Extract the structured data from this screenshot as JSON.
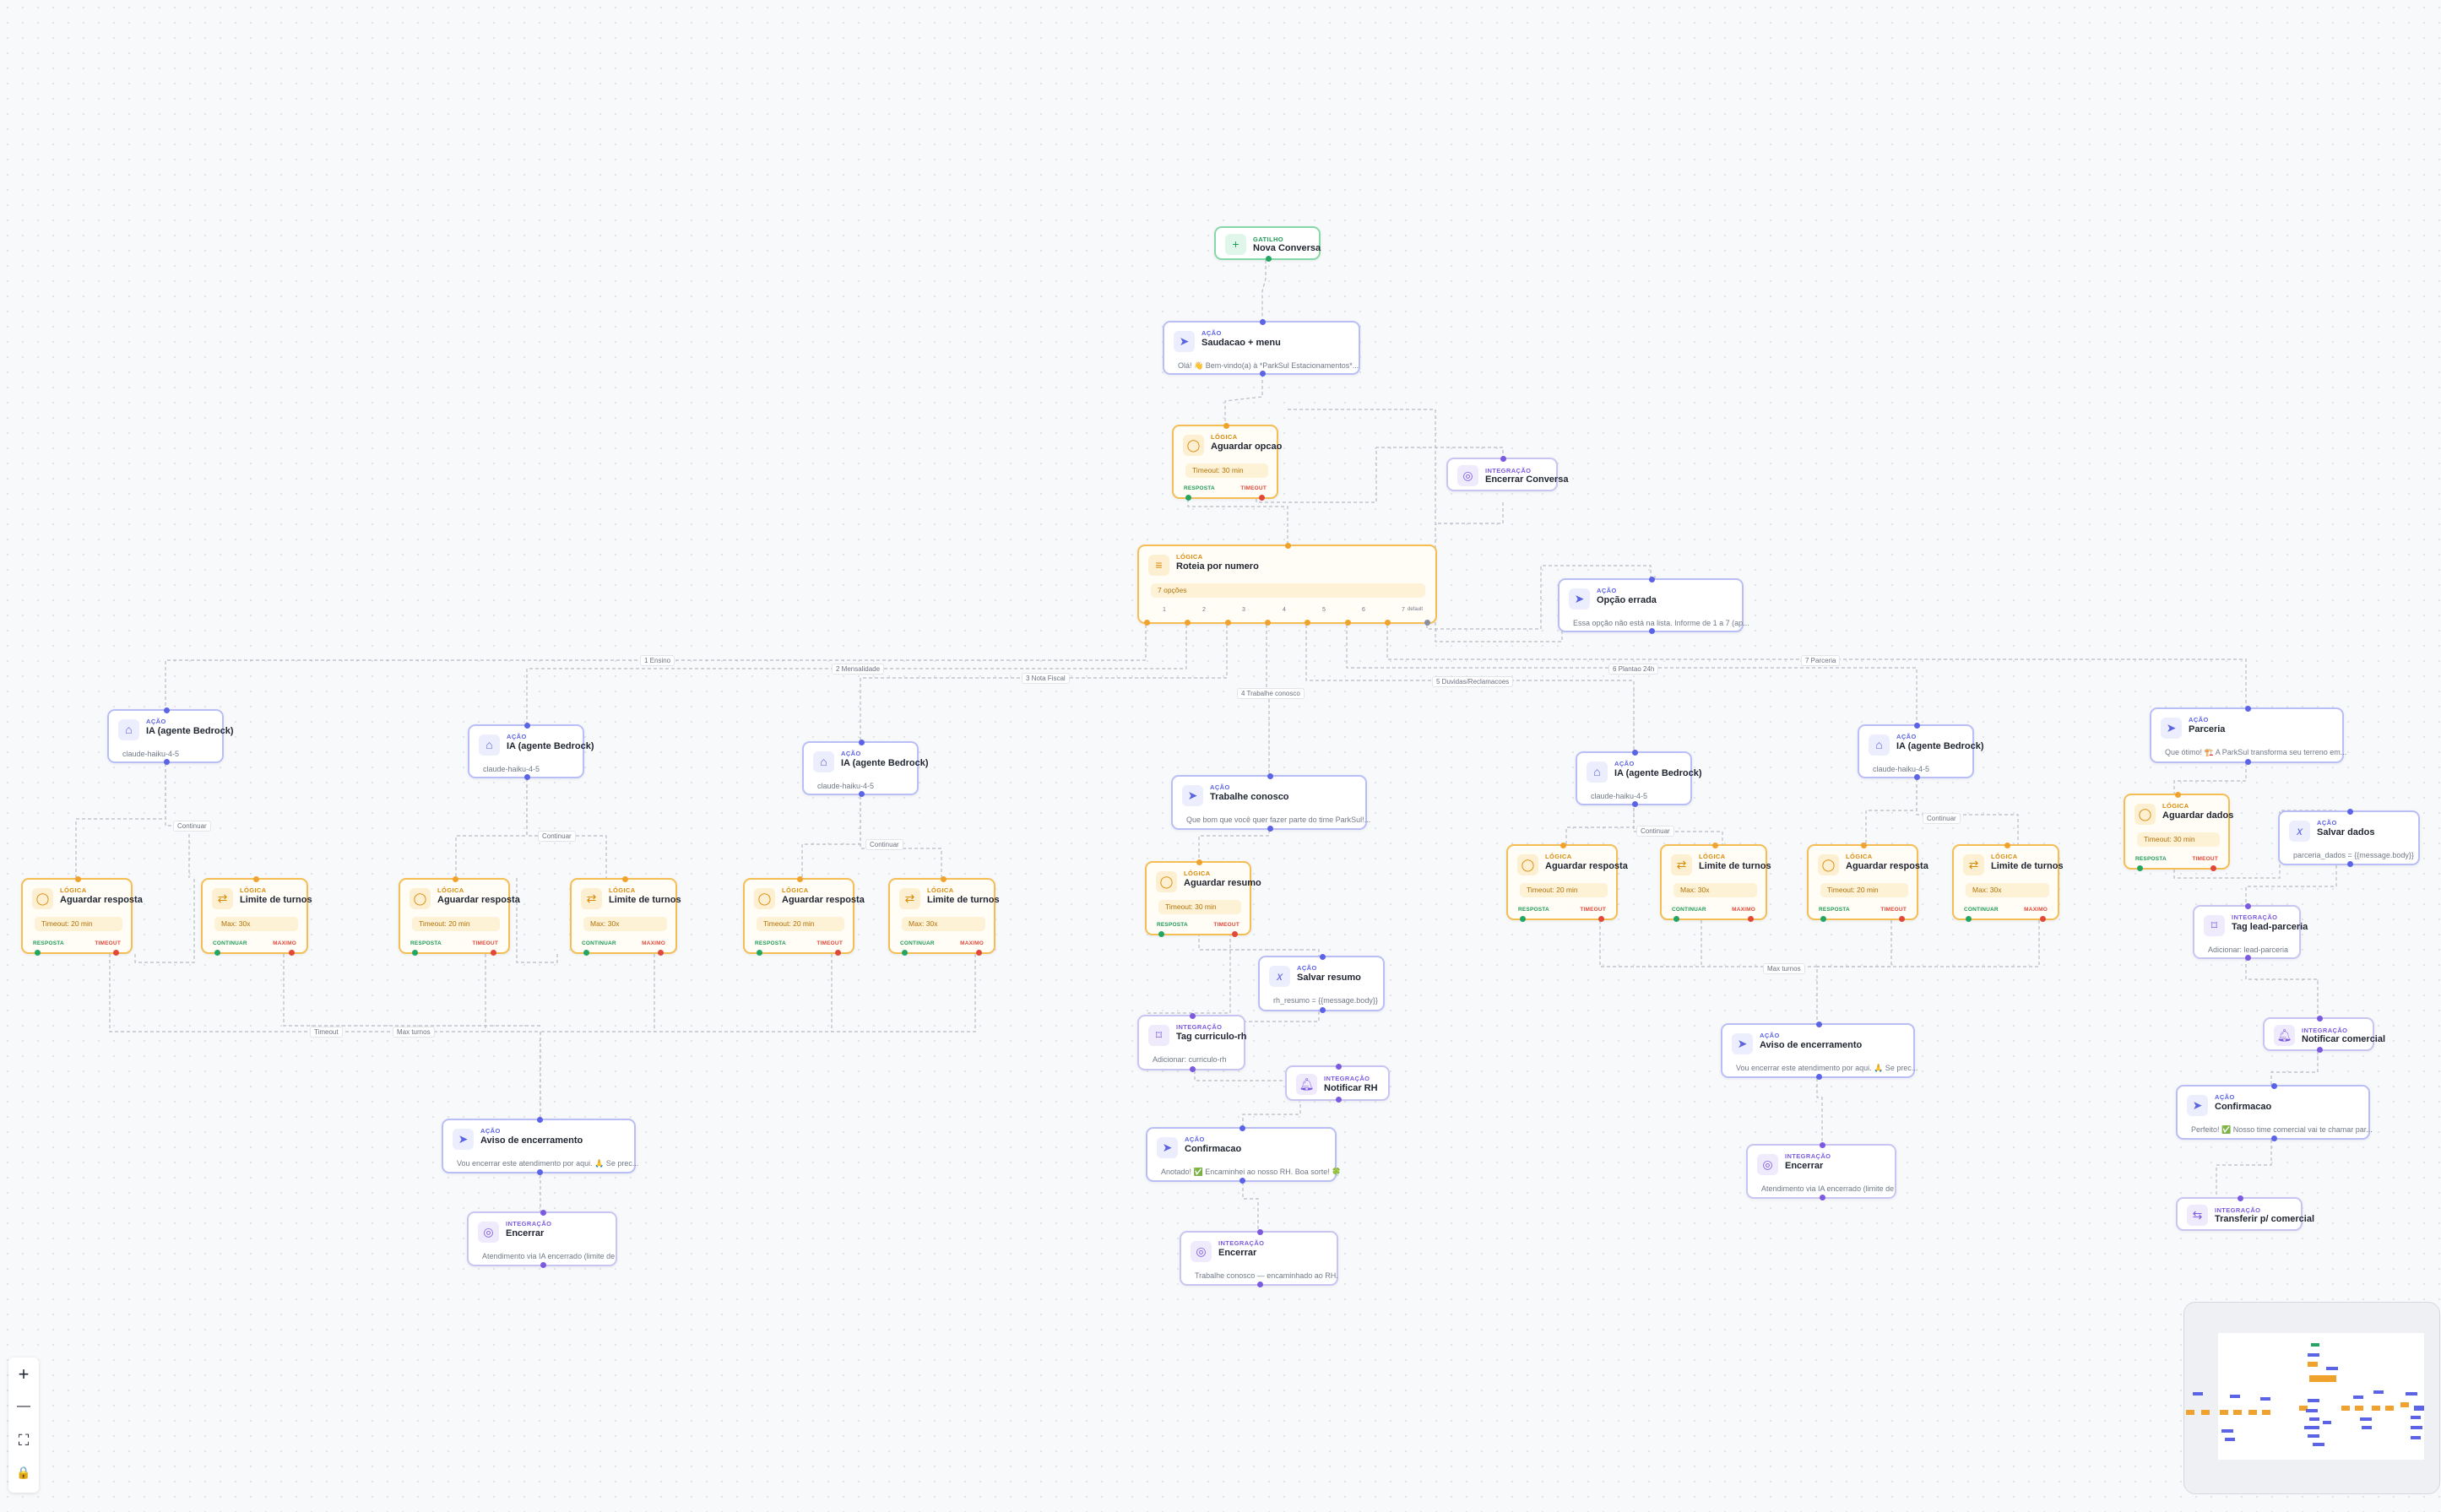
{
  "colors": {
    "acao": "#5b63e6",
    "logica": "#f0a22e",
    "integracao": "#7b5ae0",
    "gatilho": "#24a561",
    "edge": "#b8bcc6"
  },
  "nodes": {
    "trigger": {
      "kind": "GATILHO",
      "title": "Nova Conversa",
      "icon": "plus-icon"
    },
    "saudacao": {
      "kind": "AÇÃO",
      "title": "Saudacao + menu",
      "desc": "Olá! 👋 Bem-vindo(a) à *ParkSul Estacionamentos*...",
      "icon": "send-icon"
    },
    "aguardar_opcao": {
      "kind": "LÓGICA",
      "title": "Aguardar opcao",
      "pill": "Timeout: 30 min",
      "out_left": "RESPOSTA",
      "out_right": "TIMEOUT",
      "icon": "chat-bubble-icon"
    },
    "encerrar_conversa": {
      "kind": "INTEGRAÇÃO",
      "title": "Encerrar Conversa",
      "icon": "stop-circle-icon"
    },
    "roteia": {
      "kind": "LÓGICA",
      "title": "Roteia por numero",
      "pill": "7 opções",
      "ports": [
        "1",
        "2",
        "3",
        "4",
        "5",
        "6",
        "7",
        "default"
      ],
      "icon": "list-icon"
    },
    "opcao_errada": {
      "kind": "AÇÃO",
      "title": "Opção errada",
      "desc": "Essa opção não está na lista. Informe de 1 a 7 (ap...",
      "icon": "send-icon"
    },
    "ia1": {
      "kind": "AÇÃO",
      "title": "IA (agente Bedrock)",
      "desc": "claude-haiku-4-5",
      "icon": "robot-icon"
    },
    "ia2": {
      "kind": "AÇÃO",
      "title": "IA (agente Bedrock)",
      "desc": "claude-haiku-4-5",
      "icon": "robot-icon"
    },
    "ia3": {
      "kind": "AÇÃO",
      "title": "IA (agente Bedrock)",
      "desc": "claude-haiku-4-5",
      "icon": "robot-icon"
    },
    "ia6": {
      "kind": "AÇÃO",
      "title": "IA (agente Bedrock)",
      "desc": "claude-haiku-4-5",
      "icon": "robot-icon"
    },
    "ia5": {
      "kind": "AÇÃO",
      "title": "IA (agente Bedrock)",
      "desc": "claude-haiku-4-5",
      "icon": "robot-icon"
    },
    "trabalhe": {
      "kind": "AÇÃO",
      "title": "Trabalhe conosco",
      "desc": "Que bom que você quer fazer parte do time ParkSul!...",
      "icon": "send-icon"
    },
    "parceria": {
      "kind": "AÇÃO",
      "title": "Parceria",
      "desc": "Que ótimo! 🏗️ A ParkSul transforma seu terreno em...",
      "icon": "send-icon"
    },
    "ar1": {
      "kind": "LÓGICA",
      "title": "Aguardar resposta",
      "pill": "Timeout: 20 min",
      "out_left": "RESPOSTA",
      "out_right": "TIMEOUT",
      "icon": "chat-bubble-icon"
    },
    "lt1": {
      "kind": "LÓGICA",
      "title": "Limite de turnos",
      "pill": "Max: 30x",
      "out_left": "CONTINUAR",
      "out_right": "MAXIMO",
      "icon": "repeat-icon"
    },
    "ar2": {
      "kind": "LÓGICA",
      "title": "Aguardar resposta",
      "pill": "Timeout: 20 min",
      "out_left": "RESPOSTA",
      "out_right": "TIMEOUT",
      "icon": "chat-bubble-icon"
    },
    "lt2": {
      "kind": "LÓGICA",
      "title": "Limite de turnos",
      "pill": "Max: 30x",
      "out_left": "CONTINUAR",
      "out_right": "MAXIMO",
      "icon": "repeat-icon"
    },
    "ar3": {
      "kind": "LÓGICA",
      "title": "Aguardar resposta",
      "pill": "Timeout: 20 min",
      "out_left": "RESPOSTA",
      "out_right": "TIMEOUT",
      "icon": "chat-bubble-icon"
    },
    "lt3": {
      "kind": "LÓGICA",
      "title": "Limite de turnos",
      "pill": "Max: 30x",
      "out_left": "CONTINUAR",
      "out_right": "MAXIMO",
      "icon": "repeat-icon"
    },
    "aresumo": {
      "kind": "LÓGICA",
      "title": "Aguardar resumo",
      "pill": "Timeout: 30 min",
      "out_left": "RESPOSTA",
      "out_right": "TIMEOUT",
      "icon": "chat-bubble-icon"
    },
    "ar6": {
      "kind": "LÓGICA",
      "title": "Aguardar resposta",
      "pill": "Timeout: 20 min",
      "out_left": "RESPOSTA",
      "out_right": "TIMEOUT",
      "icon": "chat-bubble-icon"
    },
    "lt6": {
      "kind": "LÓGICA",
      "title": "Limite de turnos",
      "pill": "Max: 30x",
      "out_left": "CONTINUAR",
      "out_right": "MAXIMO",
      "icon": "repeat-icon"
    },
    "ar5": {
      "kind": "LÓGICA",
      "title": "Aguardar resposta",
      "pill": "Timeout: 20 min",
      "out_left": "RESPOSTA",
      "out_right": "TIMEOUT",
      "icon": "chat-bubble-icon"
    },
    "lt5": {
      "kind": "LÓGICA",
      "title": "Limite de turnos",
      "pill": "Max: 30x",
      "out_left": "CONTINUAR",
      "out_right": "MAXIMO",
      "icon": "repeat-icon"
    },
    "adados": {
      "kind": "LÓGICA",
      "title": "Aguardar dados",
      "pill": "Timeout: 30 min",
      "out_left": "RESPOSTA",
      "out_right": "TIMEOUT",
      "icon": "chat-bubble-icon"
    },
    "sdados": {
      "kind": "AÇÃO",
      "title": "Salvar dados",
      "desc": "parceria_dados = {{message.body}}",
      "icon": "variable-icon"
    },
    "sresumo": {
      "kind": "AÇÃO",
      "title": "Salvar resumo",
      "desc": "rh_resumo = {{message.body}}",
      "icon": "variable-icon"
    },
    "tagrh": {
      "kind": "INTEGRAÇÃO",
      "title": "Tag curriculo-rh",
      "desc": "Adicionar: curriculo-rh",
      "icon": "tag-icon"
    },
    "notifrh": {
      "kind": "INTEGRAÇÃO",
      "title": "Notificar RH",
      "icon": "bell-icon"
    },
    "conf_rh": {
      "kind": "AÇÃO",
      "title": "Confirmacao",
      "desc": "Anotado! ✅ Encaminhei ao nosso RH. Boa sorte! 🍀",
      "icon": "send-icon"
    },
    "enc_rh": {
      "kind": "INTEGRAÇÃO",
      "title": "Encerrar",
      "desc": "Trabalhe conosco — encaminhado ao RH.",
      "icon": "stop-circle-icon"
    },
    "aviso_l": {
      "kind": "AÇÃO",
      "title": "Aviso de encerramento",
      "desc": "Vou encerrar este atendimento por aqui. 🙏 Se prec...",
      "icon": "send-icon"
    },
    "enc_l": {
      "kind": "INTEGRAÇÃO",
      "title": "Encerrar",
      "desc": "Atendimento via IA encerrado (limite de",
      "icon": "stop-circle-icon"
    },
    "aviso_r": {
      "kind": "AÇÃO",
      "title": "Aviso de encerramento",
      "desc": "Vou encerrar este atendimento por aqui. 🙏 Se prec...",
      "icon": "send-icon"
    },
    "enc_r": {
      "kind": "INTEGRAÇÃO",
      "title": "Encerrar",
      "desc": "Atendimento via IA encerrado (limite de",
      "icon": "stop-circle-icon"
    },
    "tagparc": {
      "kind": "INTEGRAÇÃO",
      "title": "Tag lead-parceria",
      "desc": "Adicionar: lead-parceria",
      "icon": "tag-icon"
    },
    "notifcom": {
      "kind": "INTEGRAÇÃO",
      "title": "Notificar comercial",
      "icon": "bell-icon"
    },
    "conf_parc": {
      "kind": "AÇÃO",
      "title": "Confirmacao",
      "desc": "Perfeito! ✅ Nosso time comercial vai te chamar par...",
      "icon": "send-icon"
    },
    "transf": {
      "kind": "INTEGRAÇÃO",
      "title": "Transferir p/ comercial",
      "icon": "transfer-icon"
    }
  },
  "edge_labels": {
    "e1": "1 Ensino",
    "e2": "2 Mensalidade",
    "e3": "3 Nota Fiscal",
    "e4": "4 Trabalhe conosco",
    "e5": "5 Duvidas/Reclamacoes",
    "e6": "6 Plantao 24h",
    "e7": "7 Parceria",
    "c1": "Continuar",
    "c2": "Continuar",
    "c3": "Continuar",
    "c6": "Continuar",
    "c5": "Continuar",
    "timeout": "Timeout",
    "maxl": "Max turnos",
    "maxr": "Max turnos"
  },
  "controls": {
    "zoom_in": "+",
    "zoom_out": "—",
    "fit_view": "⛶",
    "lock": "🔒"
  }
}
